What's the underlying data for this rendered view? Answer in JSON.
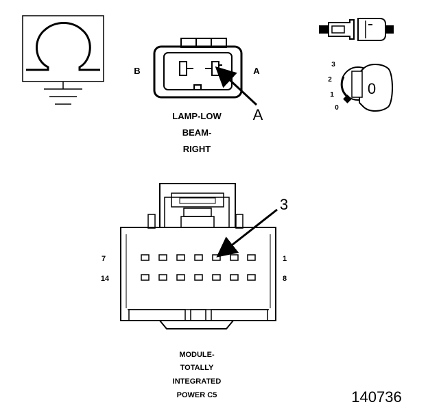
{
  "lamp_connector": {
    "side_left": "B",
    "side_right": "A",
    "callout": "A",
    "caption_line1": "LAMP-LOW",
    "caption_line2": "BEAM-",
    "caption_line3": "RIGHT"
  },
  "key_switch": {
    "positions": [
      "3",
      "2",
      "1",
      "0"
    ],
    "key_mark": "0"
  },
  "module_connector": {
    "callout": "3",
    "row1_left": "7",
    "row1_right": "1",
    "row2_left": "14",
    "row2_right": "8",
    "caption_line1": "MODULE-",
    "caption_line2": "TOTALLY",
    "caption_line3": "INTEGRATED",
    "caption_line4": "POWER C5"
  },
  "figure_number": "140736",
  "colors": {
    "ink": "#000000",
    "background": "#ffffff"
  }
}
